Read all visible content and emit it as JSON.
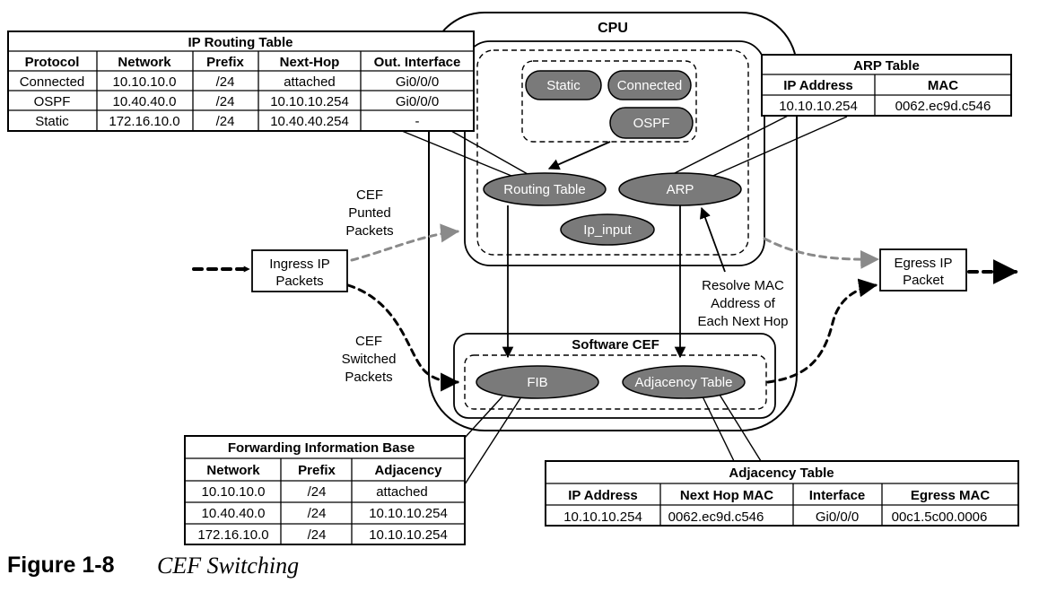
{
  "cpu": {
    "title": "CPU",
    "sources": [
      "Static",
      "Connected",
      "OSPF"
    ],
    "routing_table": "Routing Table",
    "arp": "ARP",
    "ip_input": "Ip_input"
  },
  "software_cef": {
    "title": "Software CEF",
    "fib": "FIB",
    "adjacency": "Adjacency Table"
  },
  "labels": {
    "ingress": [
      "Ingress IP",
      "Packets"
    ],
    "egress": [
      "Egress IP",
      "Packet"
    ],
    "punted": [
      "CEF",
      "Punted",
      "Packets"
    ],
    "switched": [
      "CEF",
      "Switched",
      "Packets"
    ],
    "resolve": [
      "Resolve MAC",
      "Address of",
      "Each Next Hop"
    ]
  },
  "ip_routing_table": {
    "title": "IP Routing Table",
    "headers": [
      "Protocol",
      "Network",
      "Prefix",
      "Next-Hop",
      "Out. Interface"
    ],
    "rows": [
      [
        "Connected",
        "10.10.10.0",
        "/24",
        "attached",
        "Gi0/0/0"
      ],
      [
        "OSPF",
        "10.40.40.0",
        "/24",
        "10.10.10.254",
        "Gi0/0/0"
      ],
      [
        "Static",
        "172.16.10.0",
        "/24",
        "10.40.40.254",
        "-"
      ]
    ]
  },
  "arp_table": {
    "title": "ARP Table",
    "headers": [
      "IP Address",
      "MAC"
    ],
    "rows": [
      [
        "10.10.10.254",
        "0062.ec9d.c546"
      ]
    ]
  },
  "fib_table": {
    "title": "Forwarding Information Base",
    "headers": [
      "Network",
      "Prefix",
      "Adjacency"
    ],
    "rows": [
      [
        "10.10.10.0",
        "/24",
        "attached"
      ],
      [
        "10.40.40.0",
        "/24",
        "10.10.10.254"
      ],
      [
        "172.16.10.0",
        "/24",
        "10.10.10.254"
      ]
    ]
  },
  "adjacency_table": {
    "title": "Adjacency Table",
    "headers": [
      "IP Address",
      "Next Hop MAC",
      "Interface",
      "Egress MAC"
    ],
    "rows": [
      [
        "10.10.10.254",
        "0062.ec9d.c546",
        "Gi0/0/0",
        "00c1.5c00.0006"
      ]
    ]
  },
  "caption": {
    "number": "Figure 1-8",
    "title": "CEF Switching"
  }
}
